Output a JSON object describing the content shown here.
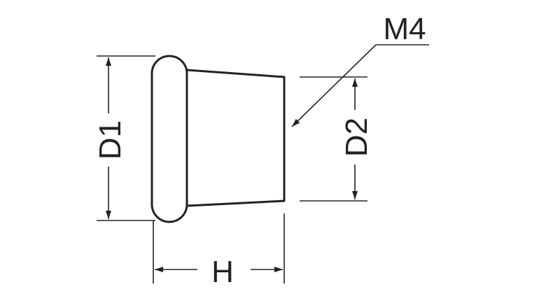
{
  "labels": {
    "d1": "D1",
    "d2": "D2",
    "h": "H",
    "m4": "M4"
  },
  "colors": {
    "line": "#222222",
    "background": "#ffffff"
  }
}
